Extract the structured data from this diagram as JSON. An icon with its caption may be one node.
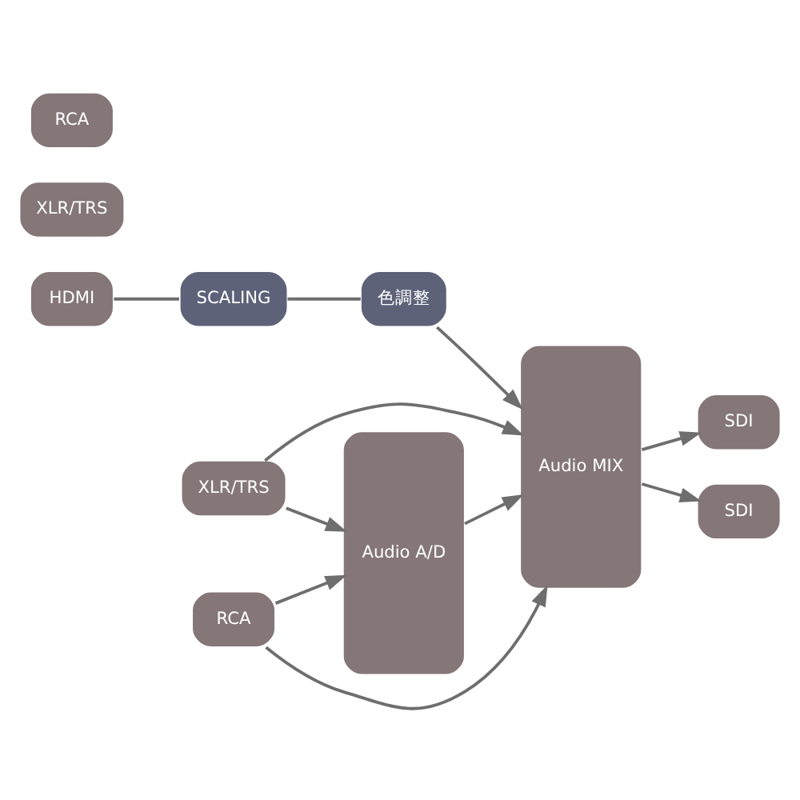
{
  "diagram": {
    "nodes": [
      {
        "text": [
          "HDMI"
        ]
      },
      {
        "text": [
          "SCALING"
        ]
      },
      {
        "text": [
          "色調整"
        ]
      },
      {
        "text": [
          "Audio MIX"
        ]
      },
      {
        "text": [
          "SDI"
        ]
      },
      {
        "text": [
          "SDI"
        ]
      },
      {
        "text": [
          "XLR/TRS"
        ]
      },
      {
        "text": [
          "XLR/TRS"
        ]
      },
      {
        "text": [
          "Audio A/D"
        ]
      },
      {
        "text": [
          "RCA"
        ]
      },
      {
        "text": [
          "RCA"
        ]
      }
    ],
    "edges": [
      {
        "from": 0,
        "to": 1,
        "arrow": "none"
      },
      {
        "from": 1,
        "to": 2,
        "arrow": "none"
      },
      {
        "from": 2,
        "to": 3,
        "arrow": "to"
      },
      {
        "from": 3,
        "to": 4,
        "arrow": "to"
      },
      {
        "from": 3,
        "to": 5,
        "arrow": "to"
      },
      {
        "from": 6,
        "to": 3,
        "arrow": "to"
      },
      {
        "from": 6,
        "to": 8,
        "arrow": "to"
      },
      {
        "from": 8,
        "to": 3,
        "arrow": "to"
      },
      {
        "from": 9,
        "to": 8,
        "arrow": "to"
      },
      {
        "from": 9,
        "to": 3,
        "arrow": "to"
      }
    ]
  }
}
